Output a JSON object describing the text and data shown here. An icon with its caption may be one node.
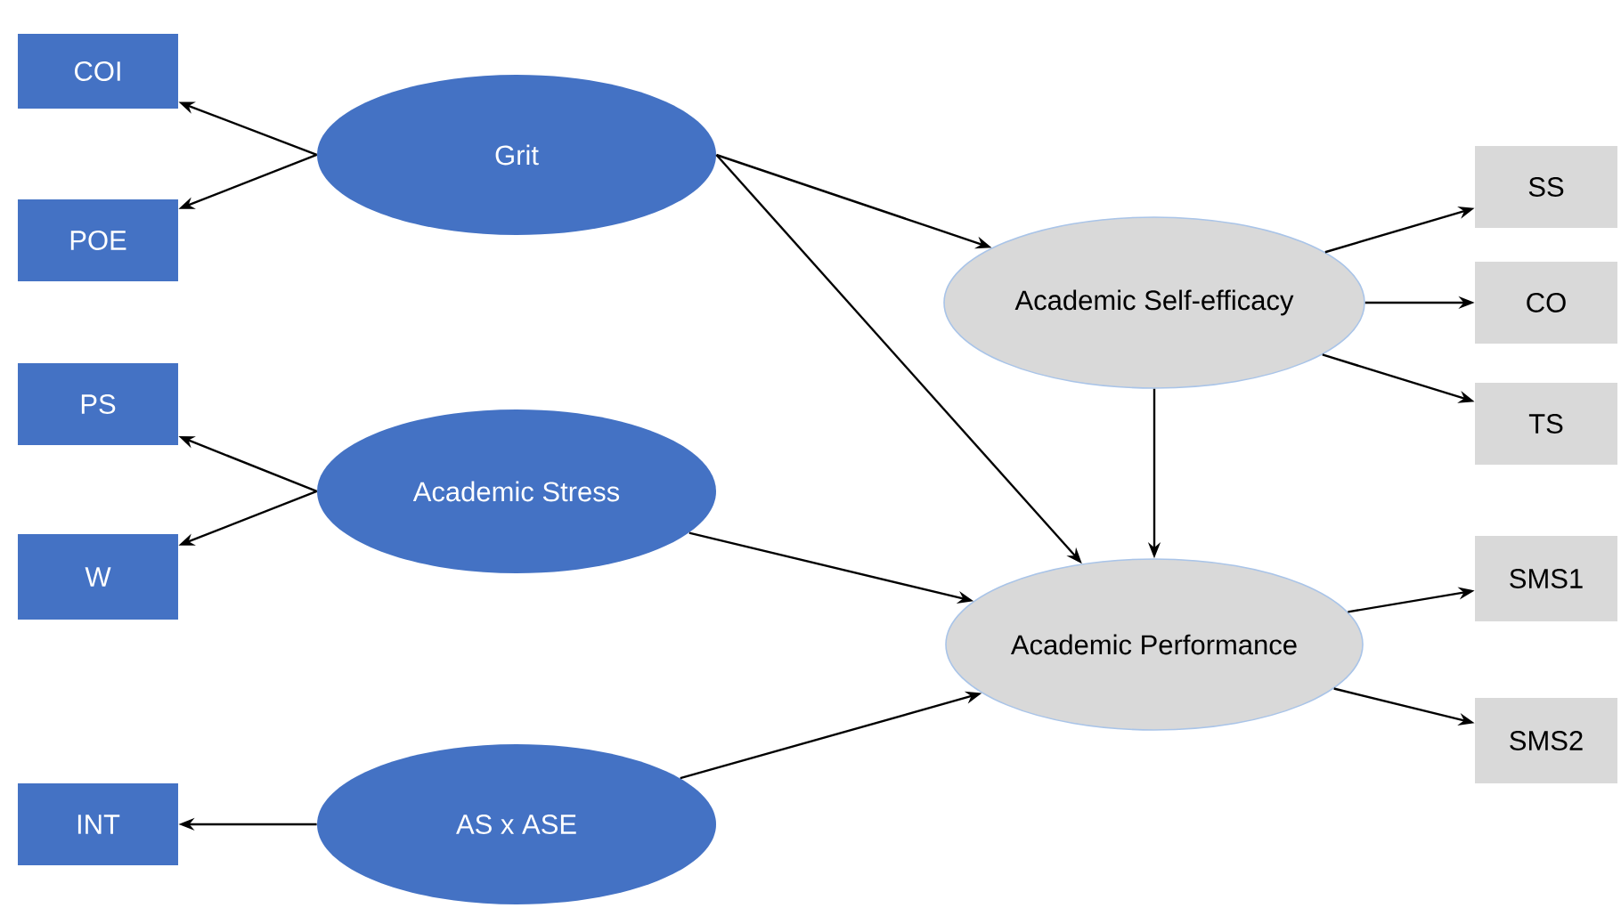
{
  "diagram": {
    "nodes": [
      {
        "text": [
          "COI"
        ]
      },
      {
        "text": [
          "POE"
        ]
      },
      {
        "text": [
          "PS"
        ]
      },
      {
        "text": [
          "W"
        ]
      },
      {
        "text": [
          "INT"
        ]
      },
      {
        "text": [
          "Grit"
        ]
      },
      {
        "text": [
          "Academic Stress"
        ]
      },
      {
        "text": [
          "AS x ASE"
        ]
      },
      {
        "text": [
          "Academic Self-efficacy"
        ]
      },
      {
        "text": [
          "Academic Performance"
        ]
      },
      {
        "text": [
          "SS"
        ]
      },
      {
        "text": [
          "CO"
        ]
      },
      {
        "text": [
          "TS"
        ]
      },
      {
        "text": [
          "SMS1"
        ]
      },
      {
        "text": [
          "SMS2"
        ]
      }
    ],
    "edges": [
      {
        "from": 5,
        "to": 0,
        "arrow": "to"
      },
      {
        "from": 5,
        "to": 1,
        "arrow": "to"
      },
      {
        "from": 6,
        "to": 2,
        "arrow": "to"
      },
      {
        "from": 6,
        "to": 3,
        "arrow": "to"
      },
      {
        "from": 7,
        "to": 4,
        "arrow": "to"
      },
      {
        "from": 5,
        "to": 8,
        "arrow": "to"
      },
      {
        "from": 5,
        "to": 9,
        "arrow": "to"
      },
      {
        "from": 6,
        "to": 9,
        "arrow": "to"
      },
      {
        "from": 7,
        "to": 9,
        "arrow": "to"
      },
      {
        "from": 8,
        "to": 9,
        "arrow": "to"
      },
      {
        "from": 8,
        "to": 10,
        "arrow": "to"
      },
      {
        "from": 8,
        "to": 11,
        "arrow": "to"
      },
      {
        "from": 8,
        "to": 12,
        "arrow": "to"
      },
      {
        "from": 9,
        "to": 13,
        "arrow": "to"
      },
      {
        "from": 9,
        "to": 14,
        "arrow": "to"
      }
    ]
  }
}
